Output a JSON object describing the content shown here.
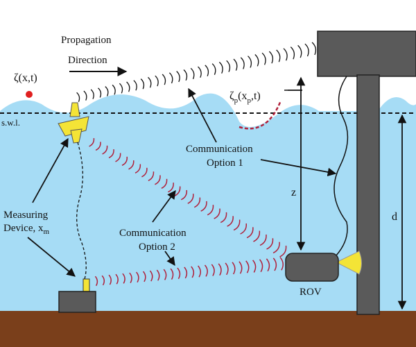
{
  "labels": {
    "propagation_line1": "Propagation",
    "propagation_line2": "Direction",
    "zeta_main": "ζ(x,t)",
    "zeta_p_base": "ζ",
    "zeta_p_sub": "p",
    "zeta_p_args": "(x",
    "zeta_p_args_sub": "p",
    "zeta_p_args_end": ",t)",
    "swl": "s.w.l.",
    "comm1_line1": "Communication",
    "comm1_line2": "Option 1",
    "comm2_line1": "Communication",
    "comm2_line2": "Option 2",
    "measuring_line1": "Measuring",
    "measuring_line2": "Device, x",
    "measuring_sub": "m",
    "z": "z",
    "d": "d",
    "rov": "ROV"
  },
  "colors": {
    "water": "#a6dcf5",
    "seabed": "#7a3f1b",
    "structure": "#5a5a5a",
    "buoy": "#f4e436",
    "signal_red": "#b0203a",
    "dot_red": "#e02020",
    "rov_light": "#f4e436"
  },
  "icons": {
    "buoy": "surface-buoy-icon",
    "seabed_device": "seabed-sensor-icon",
    "rov": "rov-vehicle-icon",
    "platform": "offshore-platform-icon"
  }
}
